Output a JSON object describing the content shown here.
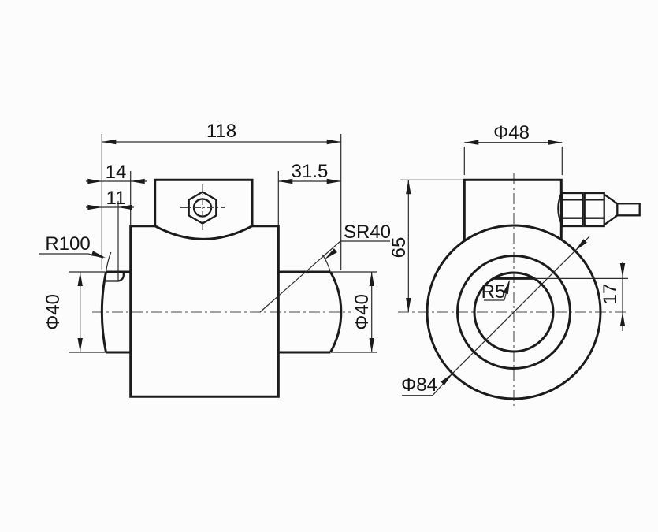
{
  "document": {
    "type": "technical-drawing",
    "background": "#fcfcfc",
    "line_color": "#1b1b1b",
    "centerline_color": "#4a4a4a"
  },
  "side_view": {
    "dimensions": {
      "total_length": "118",
      "left_offset_outer": "14",
      "left_offset_inner": "11",
      "right_boss_length": "31.5",
      "left_face_radius": "R100",
      "sphere_radius": "SR40",
      "left_boss_diameter": "Φ40",
      "right_boss_diameter": "Φ40"
    }
  },
  "front_view": {
    "dimensions": {
      "top_boss_diameter": "Φ48",
      "center_height": "65",
      "keyway_radius": "R5",
      "keyway_height": "17",
      "body_diameter": "Φ84"
    }
  }
}
